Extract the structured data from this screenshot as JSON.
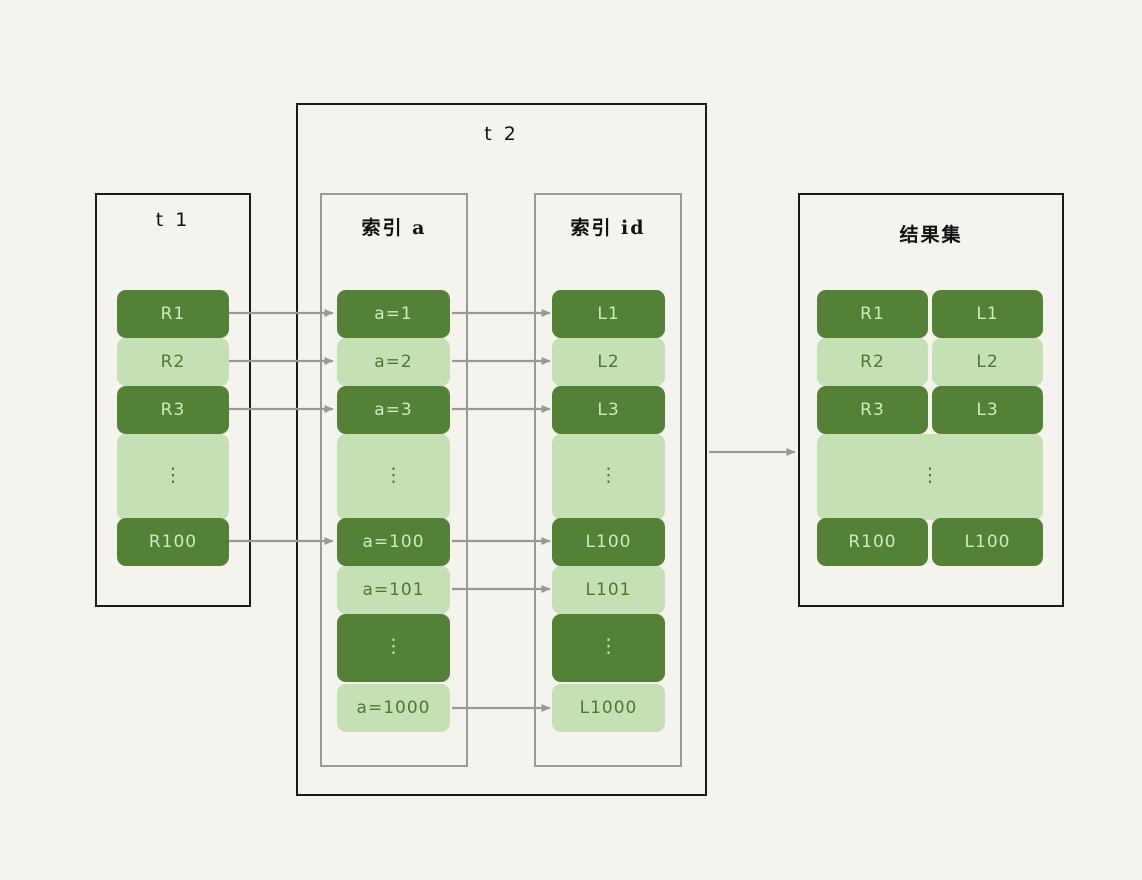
{
  "diagram": {
    "background_color": "#f4f3ed",
    "dark_green": "#538135",
    "light_green": "#c5e0b4",
    "arrow_color": "#9a9a92",
    "outer_border_color": "#1a1a1a",
    "inner_border_color": "#9a9a92"
  },
  "boxes": {
    "t1": {
      "title": "t 1"
    },
    "t2": {
      "title": "t 2"
    },
    "index_a": {
      "title": "索引 a"
    },
    "index_id": {
      "title": "索引 id"
    },
    "result_set": {
      "title": "结果集"
    }
  },
  "t1_rows": [
    {
      "label": "R1",
      "shade": "dark"
    },
    {
      "label": "R2",
      "shade": "light"
    },
    {
      "label": "R3",
      "shade": "dark"
    },
    {
      "label": "⋮",
      "shade": "light",
      "dots": true
    },
    {
      "label": "R100",
      "shade": "dark"
    }
  ],
  "index_a_rows": [
    {
      "label": "a=1",
      "shade": "dark"
    },
    {
      "label": "a=2",
      "shade": "light"
    },
    {
      "label": "a=3",
      "shade": "dark"
    },
    {
      "label": "⋮",
      "shade": "light",
      "dots": true
    },
    {
      "label": "a=100",
      "shade": "dark"
    },
    {
      "label": "a=101",
      "shade": "light"
    },
    {
      "label": "⋮",
      "shade": "dark",
      "dots": true
    },
    {
      "label": "a=1000",
      "shade": "light"
    }
  ],
  "index_id_rows": [
    {
      "label": "L1",
      "shade": "dark"
    },
    {
      "label": "L2",
      "shade": "light"
    },
    {
      "label": "L3",
      "shade": "dark"
    },
    {
      "label": "⋮",
      "shade": "light",
      "dots": true
    },
    {
      "label": "L100",
      "shade": "dark"
    },
    {
      "label": "L101",
      "shade": "light"
    },
    {
      "label": "⋮",
      "shade": "dark",
      "dots": true
    },
    {
      "label": "L1000",
      "shade": "light"
    }
  ],
  "result_rows": [
    {
      "left": "R1",
      "right": "L1",
      "shade": "dark",
      "merged": false
    },
    {
      "left": "R2",
      "right": "L2",
      "shade": "light",
      "merged": false
    },
    {
      "left": "R3",
      "right": "L3",
      "shade": "dark",
      "merged": false
    },
    {
      "left": "⋮",
      "right": "",
      "shade": "light",
      "merged": true,
      "dots": true
    },
    {
      "left": "R100",
      "right": "L100",
      "shade": "dark",
      "merged": false
    }
  ]
}
